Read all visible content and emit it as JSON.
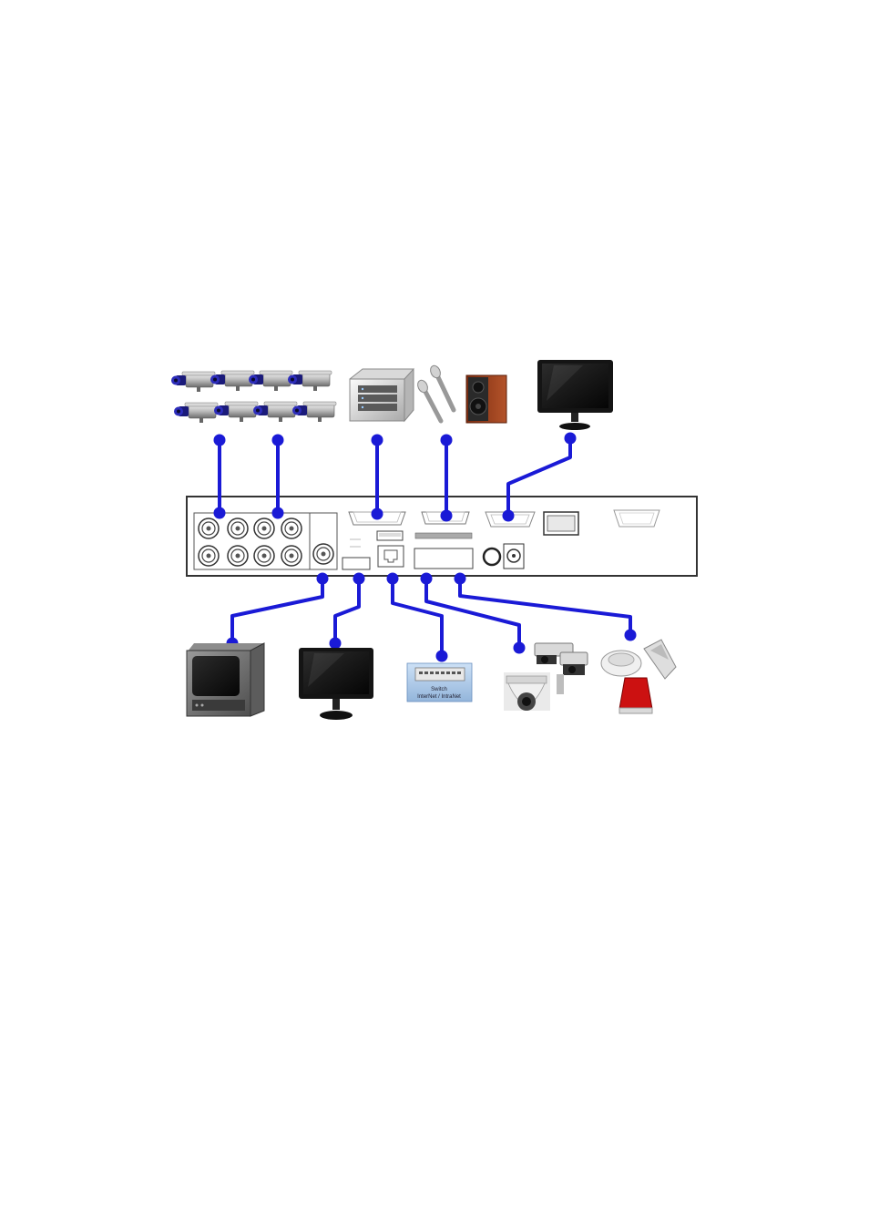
{
  "diagram": {
    "type": "dvr-rear-panel-connection-diagram",
    "connector_color": "#1a1ad6",
    "panel": {
      "ports": [
        {
          "name": "video-in-bnc",
          "count": 8
        },
        {
          "name": "video-out-bnc"
        },
        {
          "name": "vga-output"
        },
        {
          "name": "hdmi-output"
        },
        {
          "name": "usb-port",
          "count": 2
        },
        {
          "name": "lan-rj45-port"
        },
        {
          "name": "audio-alarm-ptz-port"
        },
        {
          "name": "ptz-terminal"
        },
        {
          "name": "alarm-terminal"
        },
        {
          "name": "ir-jack"
        },
        {
          "name": "dc-power-jack"
        },
        {
          "name": "power-switch"
        },
        {
          "name": "rs232-port"
        }
      ]
    },
    "devices_top": [
      {
        "name": "cctv-cameras",
        "count": 8,
        "icon": "cctv-camera-icon"
      },
      {
        "name": "external-storage",
        "icon": "nas-storage-icon"
      },
      {
        "name": "microphones-and-speaker",
        "icon": "microphone-speaker-icon"
      },
      {
        "name": "vga-monitor",
        "icon": "lcd-monitor-icon"
      }
    ],
    "devices_bottom": [
      {
        "name": "crt-monitor",
        "icon": "crt-monitor-icon"
      },
      {
        "name": "hdmi-monitor",
        "icon": "lcd-monitor-icon"
      },
      {
        "name": "network-switch",
        "icon": "network-switch-icon",
        "label_line1": "Switch",
        "label_line2": "InterNet / IntraNet"
      },
      {
        "name": "ptz-cameras",
        "icon": "ptz-dome-camera-icon"
      },
      {
        "name": "alarm-sensors",
        "icon": "alarm-sensor-icon"
      }
    ]
  }
}
